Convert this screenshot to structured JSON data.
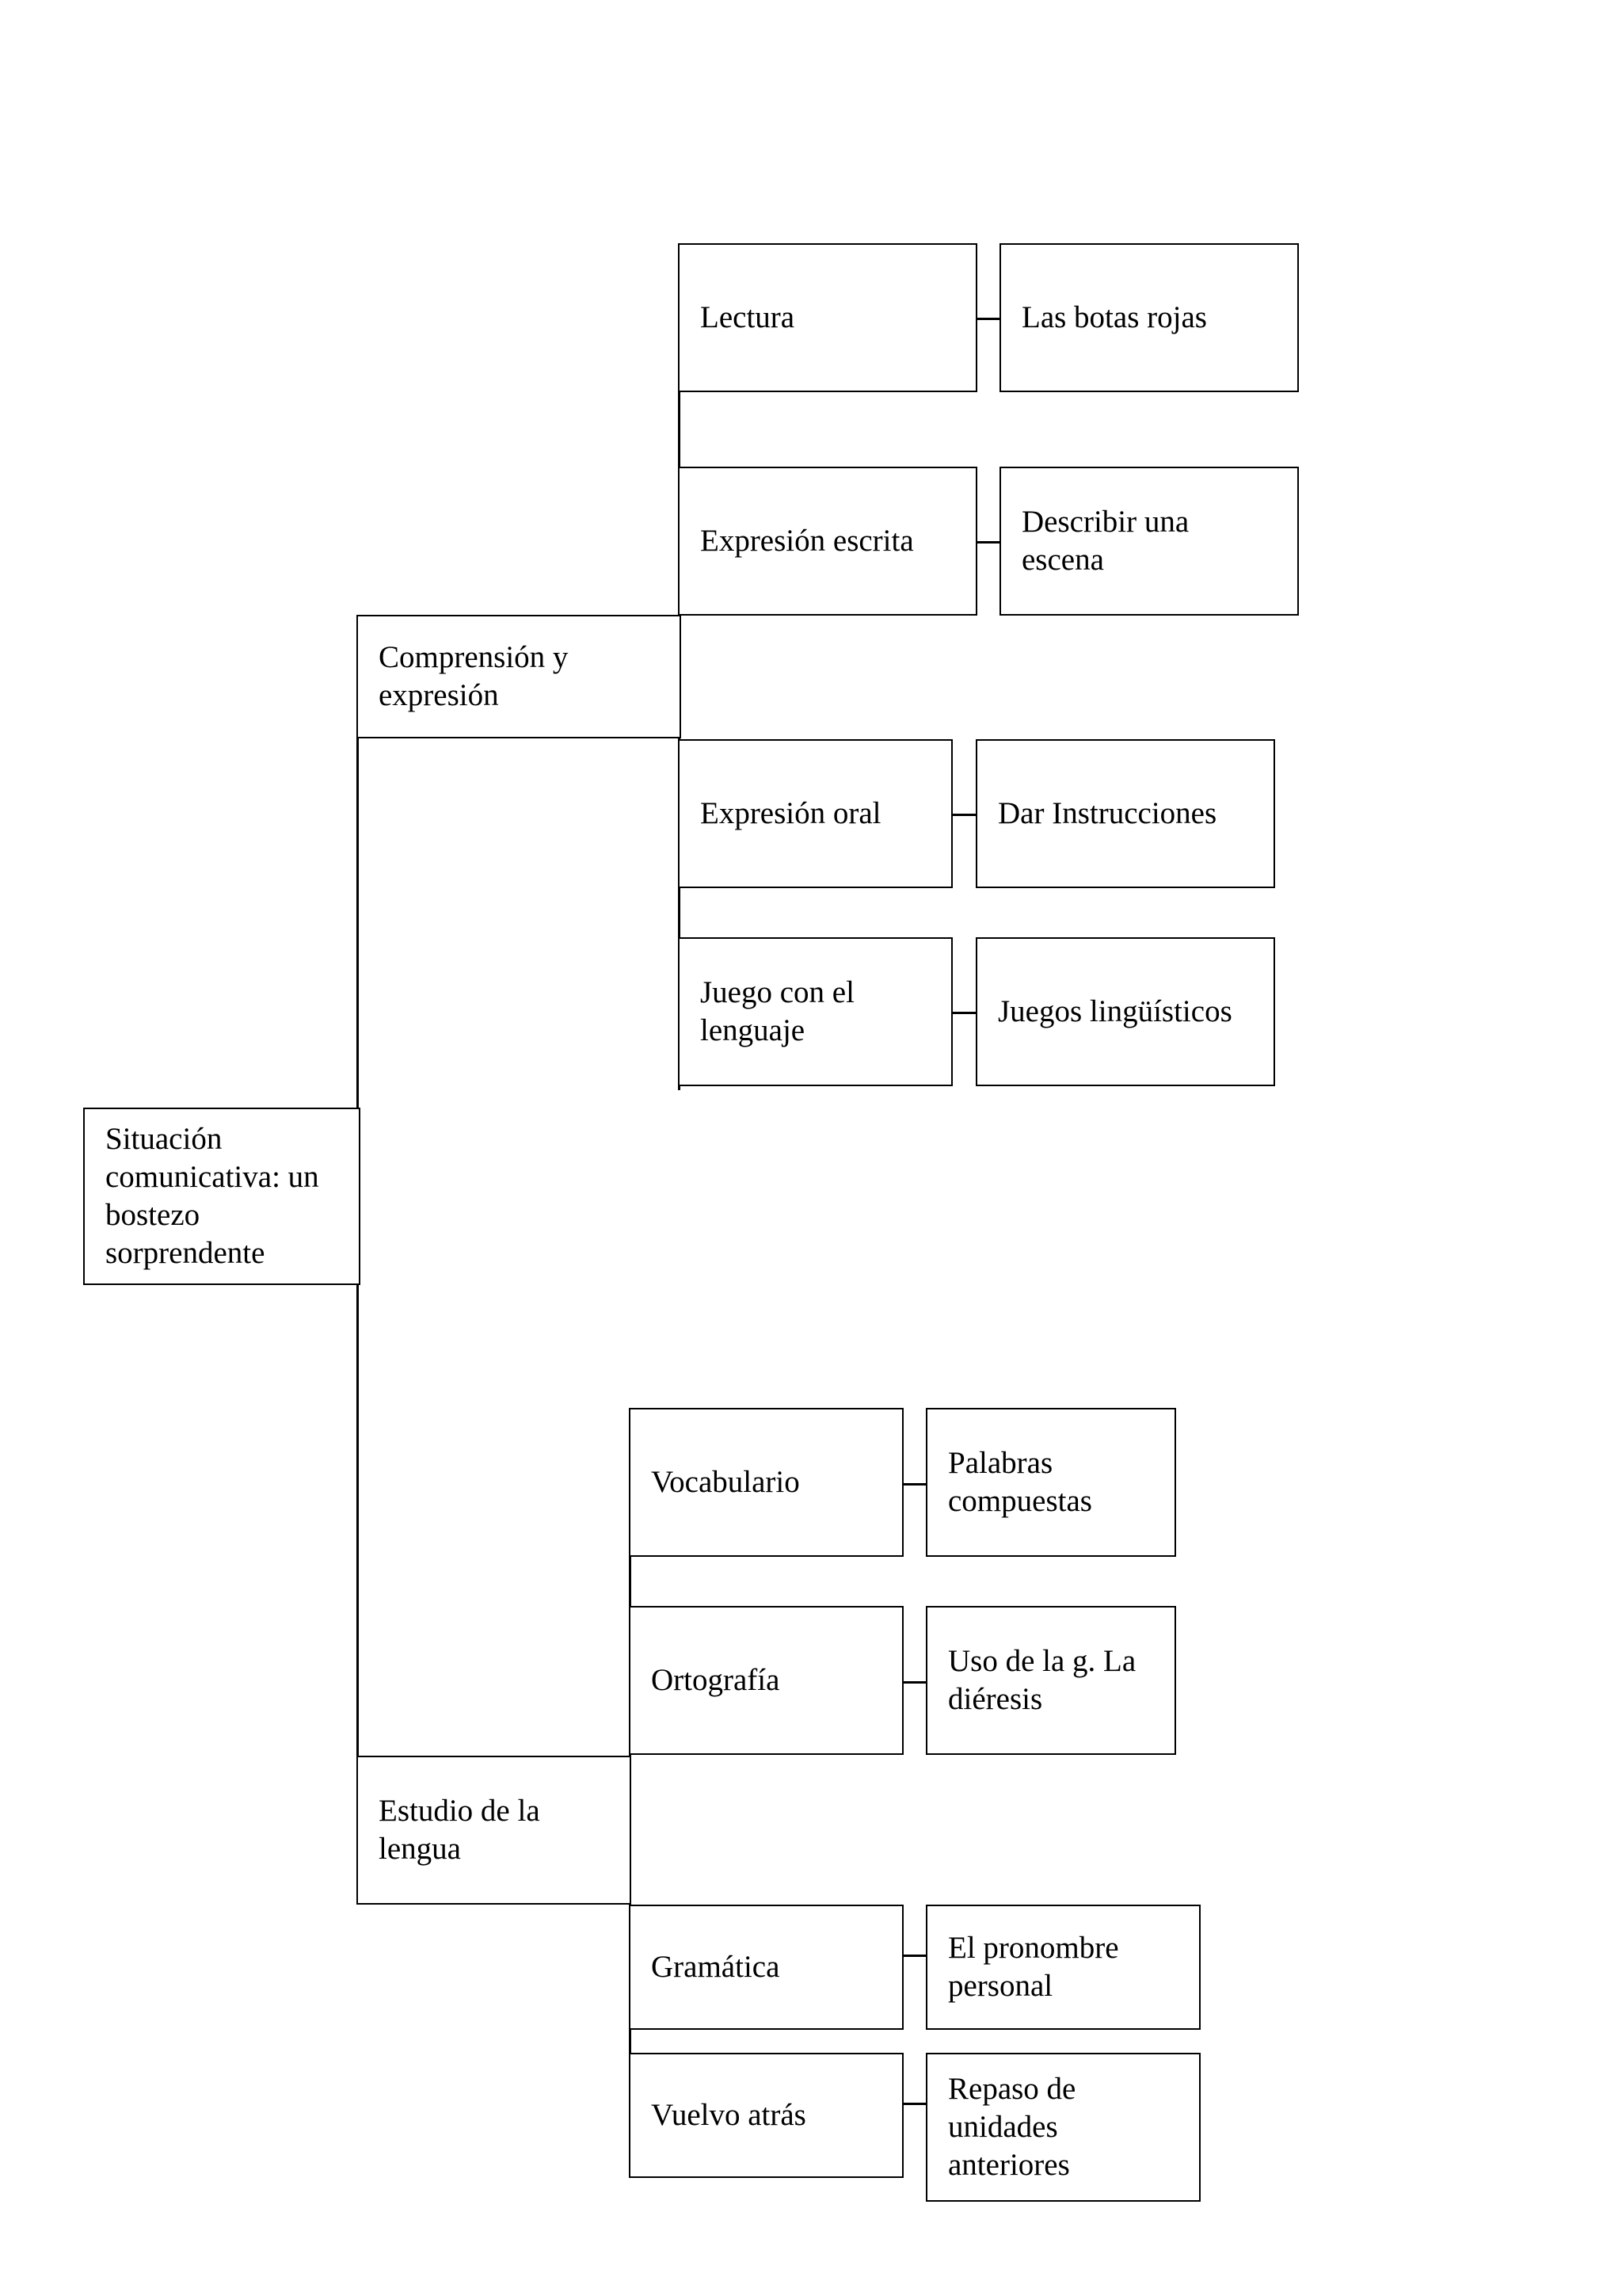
{
  "root": {
    "label": "Situación\ncomunicativa: un\nbostezo\nsorprendente"
  },
  "branches": [
    {
      "label": "Comprensión y\nexpresión",
      "children": [
        {
          "label": "Lectura",
          "detail": "Las botas rojas"
        },
        {
          "label": "Expresión escrita",
          "detail": "Describir una\nescena"
        },
        {
          "label": "Expresión oral",
          "detail": "Dar Instrucciones"
        },
        {
          "label": "Juego con el\nlenguaje",
          "detail": "Juegos lingüísticos"
        }
      ]
    },
    {
      "label": "Estudio de la\nlengua",
      "children": [
        {
          "label": "Vocabulario",
          "detail": "Palabras\ncompuestas"
        },
        {
          "label": "Ortografía",
          "detail": "Uso de la g. La\ndiéresis"
        },
        {
          "label": "Gramática",
          "detail": "El pronombre\npersonal"
        },
        {
          "label": "Vuelvo atrás",
          "detail": "Repaso de\nunidades\nanteriores"
        }
      ]
    }
  ]
}
